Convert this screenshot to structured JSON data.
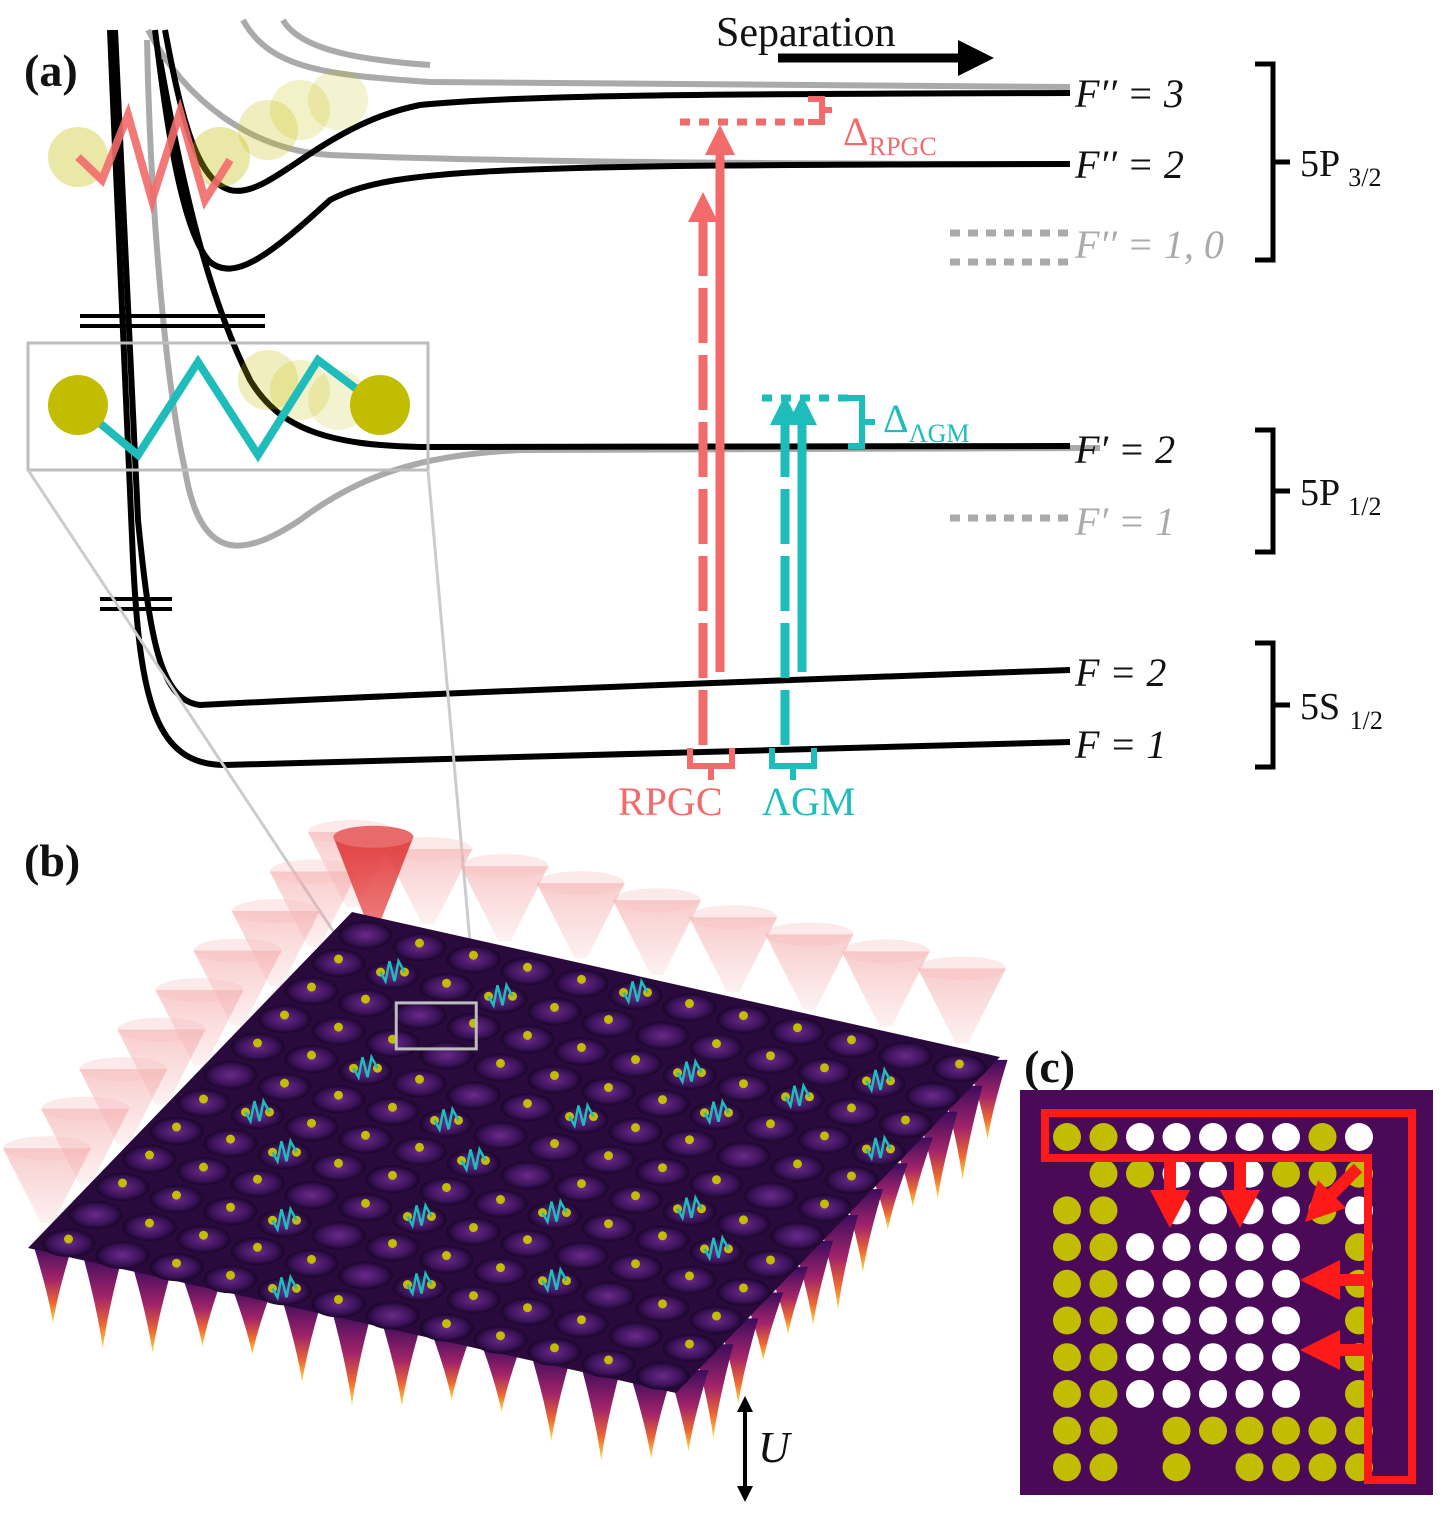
{
  "panels": {
    "a": "(a)",
    "b": "(b)",
    "c": "(c)"
  },
  "axis": {
    "separation_label": "Separation"
  },
  "levels": {
    "p32_f3": "F′′ = 3",
    "p32_f2": "F′′ = 2",
    "p32_f10": "F′′ = 1, 0",
    "p12_f2": "F′ = 2",
    "p12_f1": "F′ = 1",
    "s12_f2": "F = 2",
    "s12_f1": "F = 1"
  },
  "manifolds": {
    "p32": "5P3/2",
    "p12": "5P1/2",
    "s12": "5S1/2"
  },
  "transitions": {
    "rpgc_label": "RPGC",
    "lambda_gm_label": "ΛGM",
    "delta_rpgc": "ΔRPGC",
    "delta_lambda_gm": "ΔΛGM"
  },
  "potential": {
    "u_label": "U"
  },
  "colors": {
    "rpgc": "#f26a6a",
    "lambda_gm": "#1fbcbc",
    "atom": "#c2bd00",
    "grey_curve": "#aaaaaa",
    "lattice_dark": "#2a0a3d",
    "panel_c_bg": "#4a0a58",
    "panel_c_frame": "#ff1a1a"
  },
  "panel_c_grid": [
    "YYWWWWWYW",
    ".YYWWWYYY",
    "YY.WWWWYW",
    "YYWWWWW.Y",
    "YYWWWWW.Y",
    "YYWWWWW.Y",
    "YYWWWWW.Y",
    "YYWWWWW.Y",
    "YY.YYYYYY",
    "YY.Y.YYYY"
  ]
}
